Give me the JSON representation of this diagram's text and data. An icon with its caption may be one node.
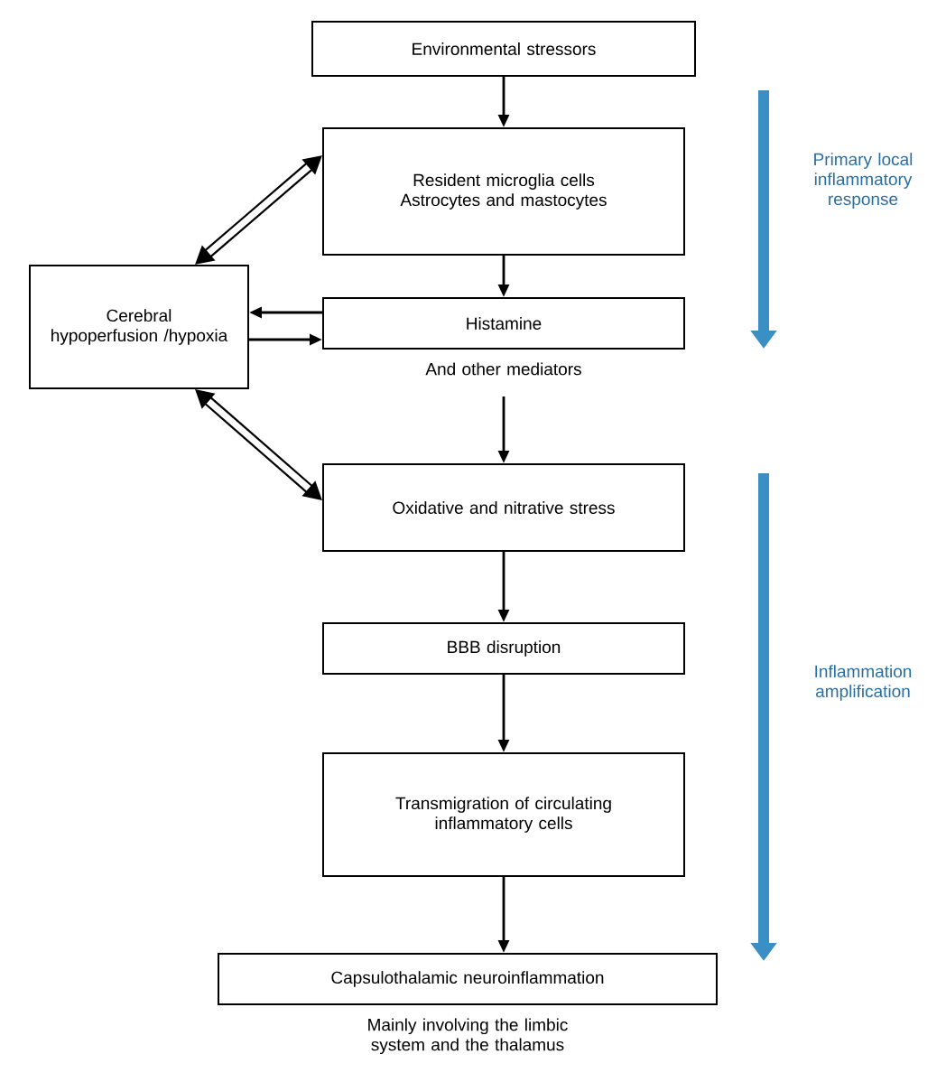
{
  "diagram": {
    "nodes": [
      {
        "text": [
          "Environmental stressors"
        ]
      },
      {
        "text": [
          "Resident microglia cells Astrocytes and mastocytes"
        ]
      },
      {
        "text": [
          "Histamine"
        ],
        "beside": [
          "And other mediators"
        ]
      },
      {
        "text": [
          "Cerebral hypoperfusion /hypoxia"
        ]
      },
      {
        "text": [
          "Oxidative and nitrative stress"
        ]
      },
      {
        "text": [
          "BBB disruption"
        ]
      },
      {
        "text": [
          "Transmigration of circulating inflammatory cells"
        ]
      },
      {
        "text": [
          "Capsulothalamic neuroinflammation"
        ],
        "beside": [
          "Mainly involving the limbic system and the thalamus"
        ]
      }
    ],
    "edges": [
      {
        "from": 0,
        "to": 1,
        "arrow": "to"
      },
      {
        "from": 1,
        "to": 2,
        "arrow": "to"
      },
      {
        "from": 2,
        "to": 4,
        "arrow": "to"
      },
      {
        "from": 4,
        "to": 5,
        "arrow": "to"
      },
      {
        "from": 5,
        "to": 6,
        "arrow": "to"
      },
      {
        "from": 6,
        "to": 7,
        "arrow": "to"
      },
      {
        "from": 3,
        "to": 1,
        "arrow": "both",
        "style": "thick"
      },
      {
        "from": 2,
        "to": 3,
        "arrow": "to"
      },
      {
        "from": 3,
        "to": 2,
        "arrow": "to"
      },
      {
        "from": 3,
        "to": 4,
        "arrow": "both",
        "style": "thick"
      }
    ],
    "labels": [
      "Primary local inflammatory response",
      "Inflammation amplification"
    ]
  }
}
